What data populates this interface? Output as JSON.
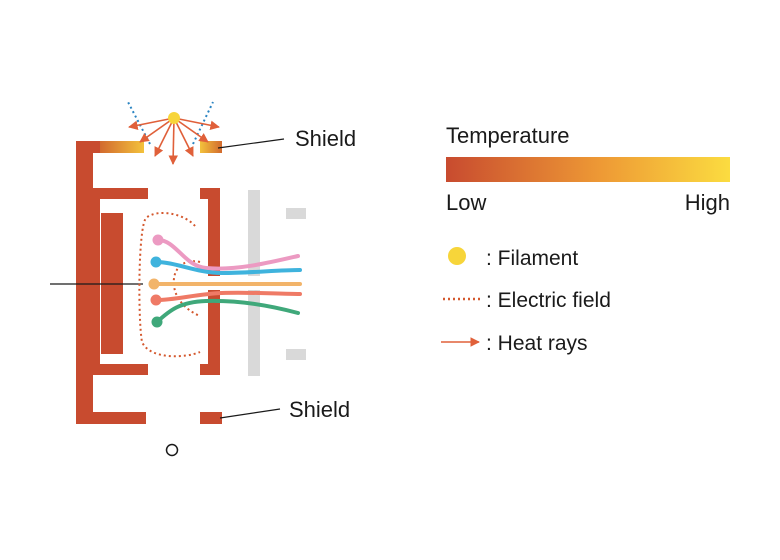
{
  "labels": {
    "shield_top": "Shield",
    "shield_bottom": "Shield"
  },
  "legend": {
    "temperature_title": "Temperature",
    "low": "Low",
    "high": "High",
    "filament": ": Filament",
    "electric_field": ": Electric field",
    "heat_rays": ": Heat rays"
  },
  "colors": {
    "electrode": "#c84b2f",
    "filament": "#f7d53a",
    "gradient_low": "#c84b2f",
    "gradient_high": "#fbdc40",
    "field": "#d4582e",
    "heat_ray": "#e0603a",
    "grid_plate": "#d9d9d9",
    "ray_dotted": "#2a84c2",
    "beam_pink": "#ec9ac2",
    "beam_cyan": "#3fb3dd",
    "beam_orange": "#f2b46a",
    "beam_salmon": "#ef7a66",
    "beam_green": "#3fa87a"
  }
}
